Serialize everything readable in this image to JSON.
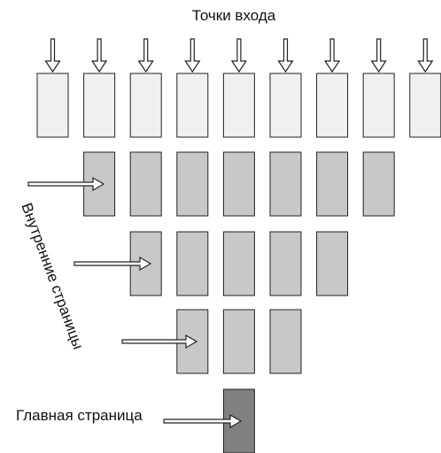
{
  "diagram": {
    "title": "Точки входа",
    "inner_pages_label": "Внутренние страницы",
    "main_page_label": "Главная страница",
    "rows": [
      {
        "level": "entry",
        "count": 9
      },
      {
        "level": "inner",
        "count": 7
      },
      {
        "level": "inner",
        "count": 5
      },
      {
        "level": "inner",
        "count": 3
      },
      {
        "level": "main",
        "count": 1
      }
    ],
    "colors": {
      "entry_fill": "#f0f0f0",
      "inner_fill": "#c8c8c8",
      "main_fill": "#808080",
      "stroke": "#222222"
    }
  }
}
